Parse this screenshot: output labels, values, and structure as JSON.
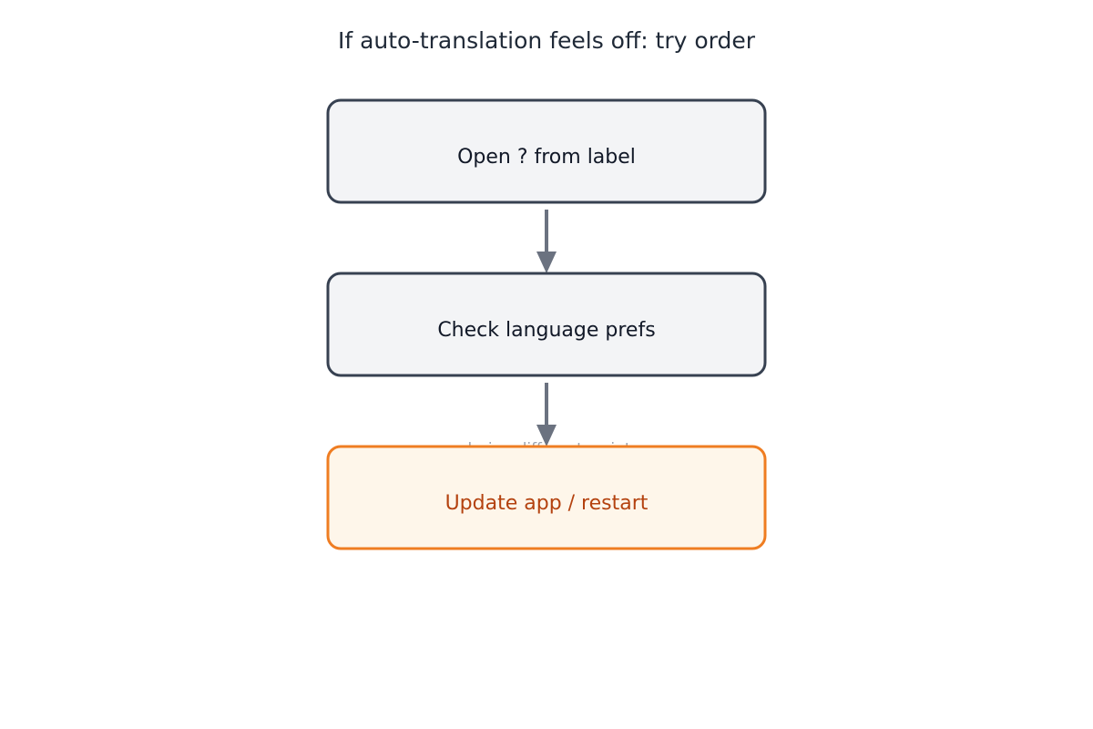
{
  "title": "If auto-translation feels off: try order",
  "steps": [
    {
      "label": "Open ? from label"
    },
    {
      "label": "Check language prefs"
    },
    {
      "label": "Update app / restart"
    }
  ],
  "edge_label": "…during different script…",
  "colors": {
    "title_text": "#1f2937",
    "step_fill": "#f3f4f6",
    "step_border": "#374151",
    "step_text": "#111827",
    "final_fill": "#fef6ea",
    "final_border": "#ef7d22",
    "final_text": "#b4420f",
    "arrow": "#6b7280"
  }
}
